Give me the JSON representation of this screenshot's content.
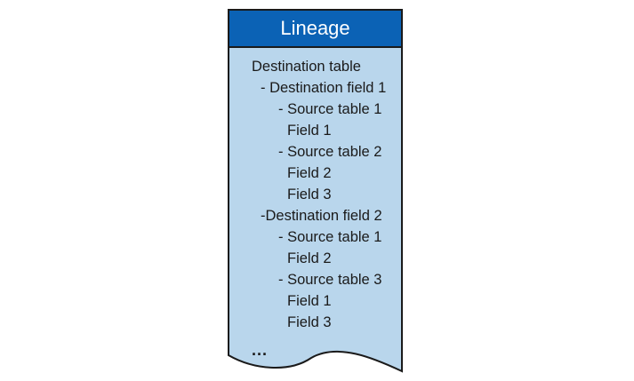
{
  "title": "Lineage",
  "colors": {
    "header": "#0b62b5",
    "body": "#b9d6ec",
    "outline": "#1a1a1a"
  },
  "lines": [
    {
      "text": "Destination table",
      "level": 0
    },
    {
      "text": "- Destination field 1",
      "level": 1
    },
    {
      "text": "- Source table 1",
      "level": 2
    },
    {
      "text": "Field 1",
      "level": 3
    },
    {
      "text": "- Source table 2",
      "level": 2
    },
    {
      "text": "Field 2",
      "level": 3
    },
    {
      "text": "Field 3",
      "level": 3
    },
    {
      "text": "-Destination field 2",
      "level": 1
    },
    {
      "text": "- Source table 1",
      "level": 2
    },
    {
      "text": "Field 2",
      "level": 3
    },
    {
      "text": "- Source table 3",
      "level": 2
    },
    {
      "text": "Field 1",
      "level": 3
    },
    {
      "text": "Field 3",
      "level": 3
    }
  ],
  "ellipsis": "..."
}
